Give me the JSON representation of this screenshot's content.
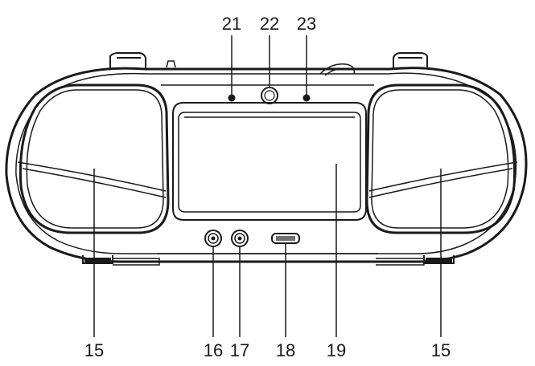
{
  "callouts": {
    "top": [
      "21",
      "22",
      "23"
    ],
    "left_speaker": "15",
    "headphone_jack": "16",
    "aux_in_jack": "17",
    "usb_port": "18",
    "display": "19",
    "right_speaker": "15"
  },
  "colors": {
    "stroke": "#1a1a1a",
    "background": "#ffffff"
  }
}
